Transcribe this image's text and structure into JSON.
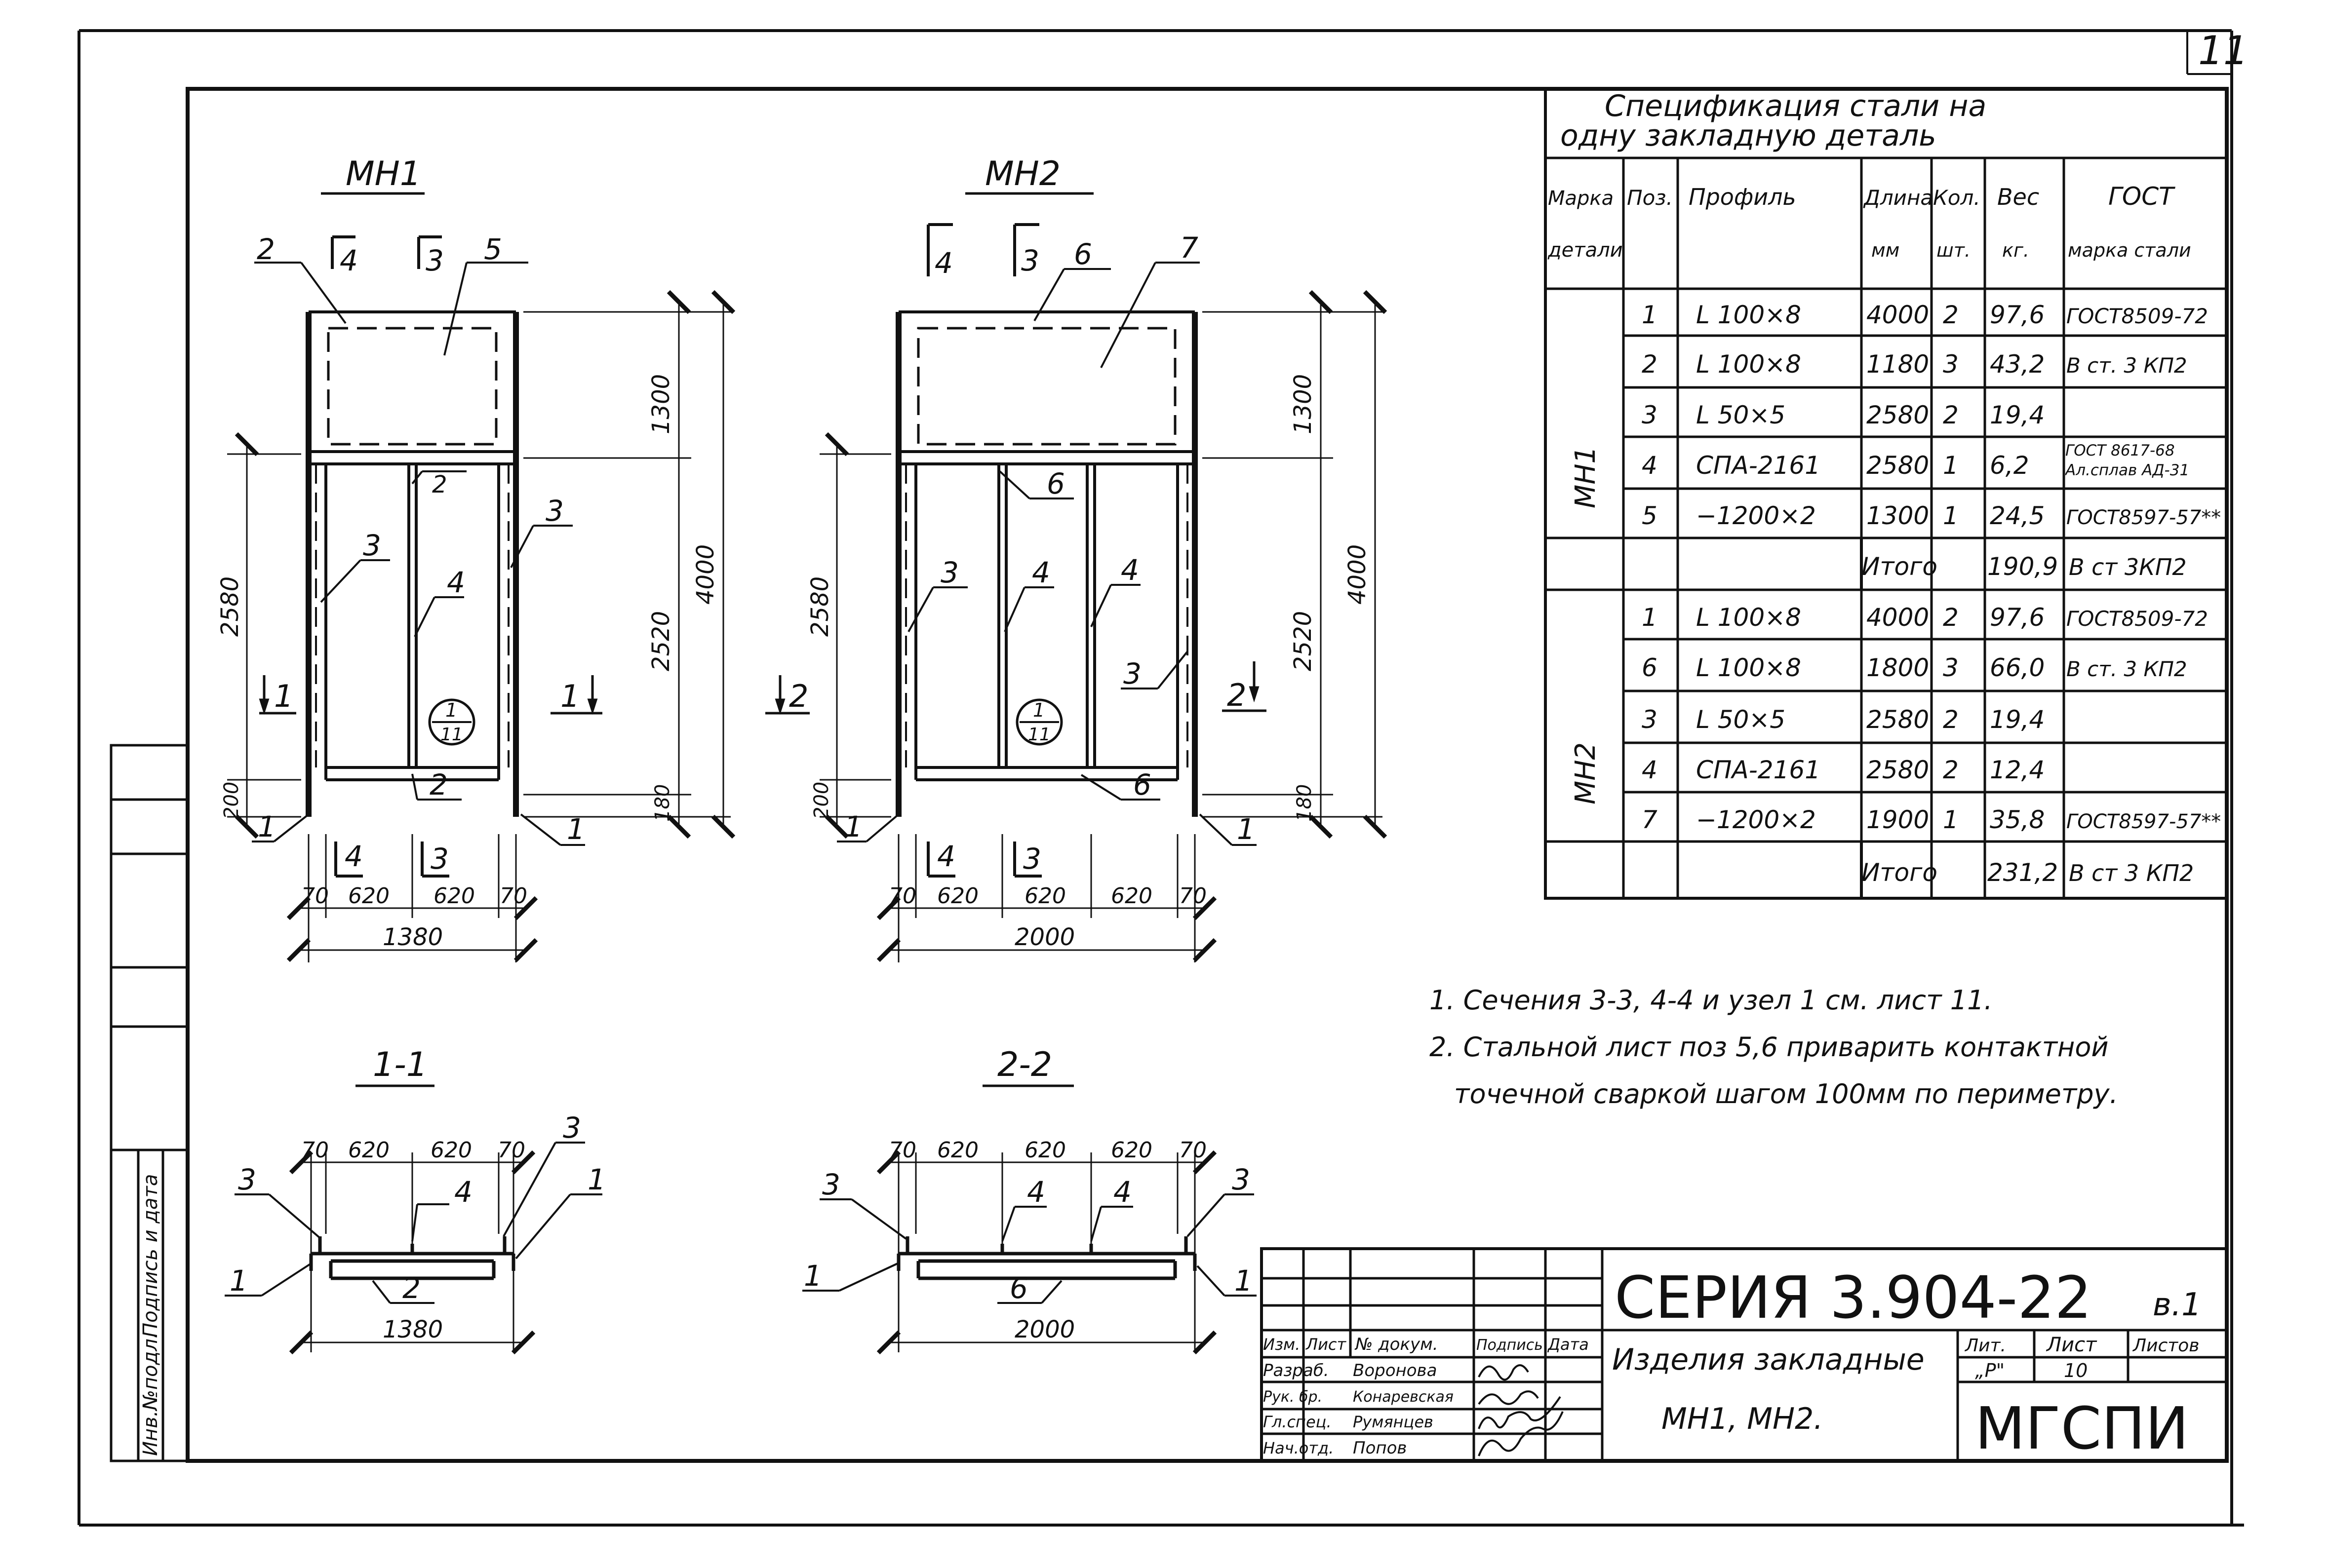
{
  "sheet": {
    "sheet_number": "11",
    "series": "СЕРИЯ  3.904-22",
    "series_suffix": "в.1",
    "doc_title": "Изделия закладные",
    "doc_subtitle": "МН1, МН2.",
    "org": "МГСПИ",
    "lit_label": "Лит.",
    "lit_value": "„Р\"",
    "sheet_label": "Лист",
    "sheet_value": "10",
    "sheets_label": "Листов",
    "left_stamp": [
      "Инв.№подл.",
      "Подпись и дата"
    ]
  },
  "title_block": {
    "headers": [
      "Изм.",
      "Лист",
      "№ докум.",
      "Подпись",
      "Дата"
    ],
    "signers": [
      {
        "role": "Разраб.",
        "name": "Воронова"
      },
      {
        "role": "Рук. бр.",
        "name": "Конаревская"
      },
      {
        "role": "Гл.спец.",
        "name": "Румянцев"
      },
      {
        "role": "Нач.отд.",
        "name": "Попов"
      }
    ]
  },
  "spec": {
    "title_line1": "Спецификация   стали   на",
    "title_line2": "одну   закладную   деталь",
    "headers": {
      "mark": [
        "Марка",
        "детали"
      ],
      "pos": "Поз.",
      "profile": "Профиль",
      "length": [
        "Длина",
        "мм"
      ],
      "qty": [
        "Кол.",
        "шт."
      ],
      "weight": [
        "Вес",
        "кг."
      ],
      "gost": [
        "ГОСТ",
        "марка стали"
      ]
    },
    "groups": [
      {
        "mark": "МН1",
        "rows": [
          {
            "pos": "1",
            "profile": "L 100×8",
            "length": "4000",
            "qty": "2",
            "weight": "97,6",
            "gost": "ГОСТ8509-72"
          },
          {
            "pos": "2",
            "profile": "L 100×8",
            "length": "1180",
            "qty": "3",
            "weight": "43,2",
            "gost": "В ст. 3 КП2"
          },
          {
            "pos": "3",
            "profile": "L 50×5",
            "length": "2580",
            "qty": "2",
            "weight": "19,4",
            "gost": ""
          },
          {
            "pos": "4",
            "profile": "СПА-2161",
            "length": "2580",
            "qty": "1",
            "weight": "6,2",
            "gost": "ГОСТ 8617-68 Ал.сплав АД-31"
          },
          {
            "pos": "5",
            "profile": "−1200×2",
            "length": "1300",
            "qty": "1",
            "weight": "24,5",
            "gost": "ГОСТ8597-57**"
          }
        ],
        "total_label": "Итого",
        "total_weight": "190,9",
        "total_gost": "В ст  3КП2"
      },
      {
        "mark": "МН2",
        "rows": [
          {
            "pos": "1",
            "profile": "L 100×8",
            "length": "4000",
            "qty": "2",
            "weight": "97,6",
            "gost": "ГОСТ8509-72"
          },
          {
            "pos": "6",
            "profile": "L 100×8",
            "length": "1800",
            "qty": "3",
            "weight": "66,0",
            "gost": "В ст. 3 КП2"
          },
          {
            "pos": "3",
            "profile": "L 50×5",
            "length": "2580",
            "qty": "2",
            "weight": "19,4",
            "gost": ""
          },
          {
            "pos": "4",
            "profile": "СПА-2161",
            "length": "2580",
            "qty": "2",
            "weight": "12,4",
            "gost": ""
          },
          {
            "pos": "7",
            "profile": "−1200×2",
            "length": "1900",
            "qty": "1",
            "weight": "35,8",
            "gost": "ГОСТ8597-57**"
          }
        ],
        "total_label": "Итого",
        "total_weight": "231,2",
        "total_gost": "В ст 3 КП2"
      }
    ]
  },
  "notes": [
    "1. Сечения 3-3, 4-4 и узел 1  см.  лист 11.",
    "2. Стальной лист поз 5,6 приварить контактной",
    "точечной сваркой шагом 100мм по периметру."
  ],
  "views": {
    "mn1": {
      "title": "МН1",
      "callouts": [
        "2",
        "5",
        "3",
        "3",
        "4",
        "2",
        "2",
        "1",
        "1"
      ],
      "section_marks": [
        "4",
        "3",
        "4",
        "3"
      ],
      "cut_marks": [
        "1",
        "1"
      ],
      "node_label": [
        "1",
        "11"
      ],
      "dims_horizontal": [
        "70",
        "620",
        "620",
        "70"
      ],
      "dim_total": "1380",
      "dims_vertical": [
        "1300",
        "2520",
        "4000",
        "2580",
        "200",
        "180"
      ]
    },
    "mn2": {
      "title": "МН2",
      "callouts": [
        "6",
        "7",
        "6",
        "3",
        "4",
        "4",
        "3",
        "6",
        "1",
        "1"
      ],
      "section_marks": [
        "4",
        "3",
        "4",
        "3"
      ],
      "cut_marks": [
        "2",
        "2"
      ],
      "node_label": [
        "1",
        "11"
      ],
      "dims_horizontal": [
        "70",
        "620",
        "620",
        "620",
        "70"
      ],
      "dim_total": "2000",
      "dims_vertical": [
        "1300",
        "2520",
        "4000",
        "2580",
        "200",
        "180"
      ]
    },
    "sec11": {
      "title": "1-1",
      "dims": [
        "70",
        "620",
        "620",
        "70"
      ],
      "total": "1380",
      "callouts": [
        "3",
        "3",
        "4",
        "1",
        "1",
        "2"
      ]
    },
    "sec22": {
      "title": "2-2",
      "dims": [
        "70",
        "620",
        "620",
        "620",
        "70"
      ],
      "total": "2000",
      "callouts": [
        "3",
        "3",
        "4",
        "4",
        "1",
        "1",
        "6"
      ]
    }
  }
}
